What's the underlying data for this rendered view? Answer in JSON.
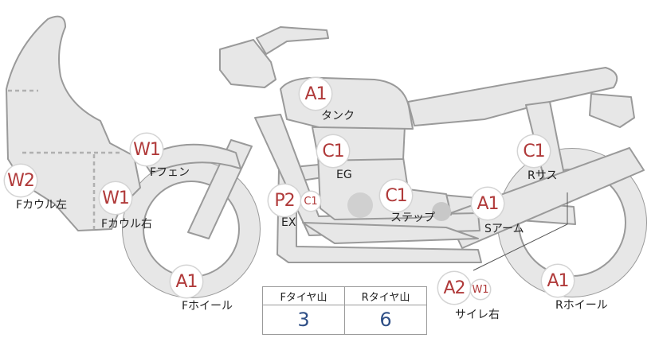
{
  "parts": [
    {
      "key": "tank",
      "code": "A1",
      "label": "タンク"
    },
    {
      "key": "eg",
      "code": "C1",
      "label": "EG"
    },
    {
      "key": "step",
      "code": "C1",
      "label": "ステップ"
    },
    {
      "key": "ex",
      "code": "P2",
      "code2": "C1",
      "label": "EX"
    },
    {
      "key": "ffender",
      "code": "W1",
      "label": "Fフェン"
    },
    {
      "key": "fcowlL",
      "code": "W2",
      "label": "Fカウル左"
    },
    {
      "key": "fcowlR",
      "code": "W1",
      "label": "Fカウル右"
    },
    {
      "key": "fwheel",
      "code": "A1",
      "label": "Fホイール"
    },
    {
      "key": "rsus",
      "code": "C1",
      "label": "Rサス"
    },
    {
      "key": "sarm",
      "code": "A1",
      "label": "Sアーム"
    },
    {
      "key": "silencer",
      "code": "A2",
      "code2": "W1",
      "label": "サイレ右"
    },
    {
      "key": "rwheel",
      "code": "A1",
      "label": "Rホイール"
    }
  ],
  "tread": {
    "headers": [
      "Fタイヤ山",
      "Rタイヤ山"
    ],
    "values": [
      "3",
      "6"
    ]
  },
  "colors": {
    "code": "#b03a3a",
    "value": "#2f4f86",
    "outline": "#9a9a9a",
    "fill": "#e7e7e7"
  }
}
